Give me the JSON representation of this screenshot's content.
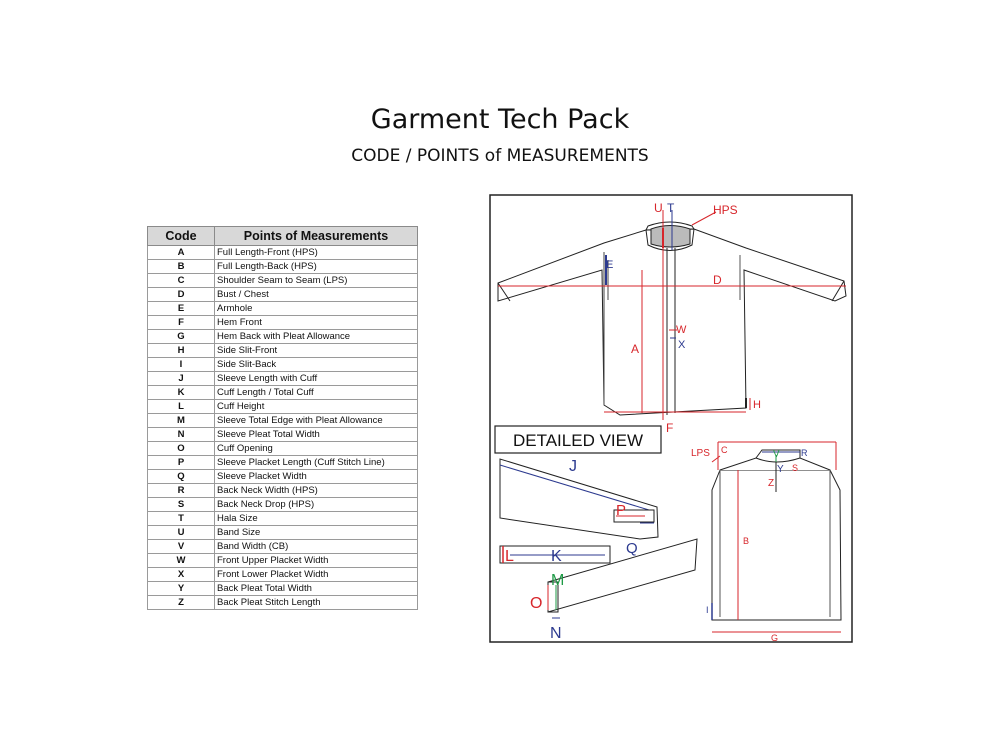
{
  "header": {
    "title": "Garment Tech Pack",
    "subtitle": "CODE / POINTS of MEASUREMENTS"
  },
  "table": {
    "col_code": "Code",
    "col_points": "Points of Measurements",
    "rows": [
      {
        "code": "A",
        "point": "Full Length-Front (HPS)"
      },
      {
        "code": "B",
        "point": "Full Length-Back (HPS)"
      },
      {
        "code": "C",
        "point": "Shoulder Seam to Seam (LPS)"
      },
      {
        "code": "D",
        "point": "Bust / Chest"
      },
      {
        "code": "E",
        "point": "Armhole"
      },
      {
        "code": "F",
        "point": "Hem Front"
      },
      {
        "code": "G",
        "point": "Hem Back with Pleat Allowance"
      },
      {
        "code": "H",
        "point": "Side Slit-Front"
      },
      {
        "code": "I",
        "point": "Side Slit-Back"
      },
      {
        "code": "J",
        "point": "Sleeve Length with Cuff"
      },
      {
        "code": "K",
        "point": "Cuff Length / Total Cuff"
      },
      {
        "code": "L",
        "point": "Cuff Height"
      },
      {
        "code": "M",
        "point": "Sleeve Total Edge with Pleat Allowance"
      },
      {
        "code": "N",
        "point": "Sleeve Pleat Total Width"
      },
      {
        "code": "O",
        "point": "Cuff Opening"
      },
      {
        "code": "P",
        "point": "Sleeve Placket Length (Cuff Stitch  Line)"
      },
      {
        "code": "Q",
        "point": "Sleeve Placket Width"
      },
      {
        "code": "R",
        "point": "Back Neck Width (HPS)"
      },
      {
        "code": "S",
        "point": "Back Neck Drop (HPS)"
      },
      {
        "code": "T",
        "point": "Hala Size"
      },
      {
        "code": "U",
        "point": "Band Size"
      },
      {
        "code": "V",
        "point": "Band Width (CB)"
      },
      {
        "code": "W",
        "point": "Front Upper Placket Width"
      },
      {
        "code": "X",
        "point": "Front Lower Placket Width"
      },
      {
        "code": "Y",
        "point": "Back Pleat Total Width"
      },
      {
        "code": "Z",
        "point": "Back Pleat  Stitch Length"
      }
    ]
  },
  "drawing": {
    "detailed_view_label": "DETAILED VIEW",
    "colors": {
      "red": "#d7262b",
      "blue": "#2c3a8f",
      "green": "#1e9a46",
      "line": "#222222"
    },
    "labels": {
      "U": "U",
      "T": "T",
      "HPS": "HPS",
      "E": "E",
      "D": "D",
      "W": "W",
      "X": "X",
      "A": "A",
      "H": "H",
      "F": "F",
      "J": "J",
      "P": "P",
      "Q": "Q",
      "L": "L",
      "K": "K",
      "M": "M",
      "O": "O",
      "N": "N",
      "LPS": "LPS",
      "C": "C",
      "V": "V",
      "R": "R",
      "Y": "Y",
      "S": "S",
      "Z": "Z",
      "B": "B",
      "I": "I",
      "G": "G"
    }
  }
}
